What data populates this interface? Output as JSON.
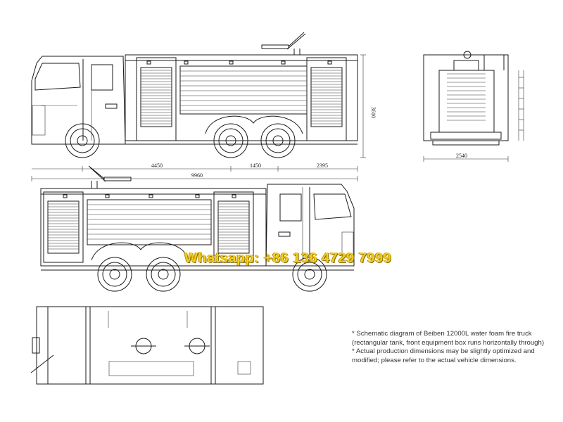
{
  "dimensions": {
    "side_height": "3610",
    "rear_width": "2540",
    "front_to_axle": "4450",
    "axle_spacing": "1450",
    "rear_overhang": "2395",
    "overall_length": "9960"
  },
  "watermark": "Whatsapp: +86 136 4729 7999",
  "notes": [
    "* Schematic diagram of Beiben 12000L water foam fire truck (rectangular tank, front equipment box runs horizontally through)",
    "* Actual production dimensions may be slightly optimized and modified; please refer to the actual vehicle dimensions."
  ],
  "colors": {
    "line": "#1a1a1a",
    "watermark": "#f2cc1f",
    "background": "#ffffff"
  }
}
